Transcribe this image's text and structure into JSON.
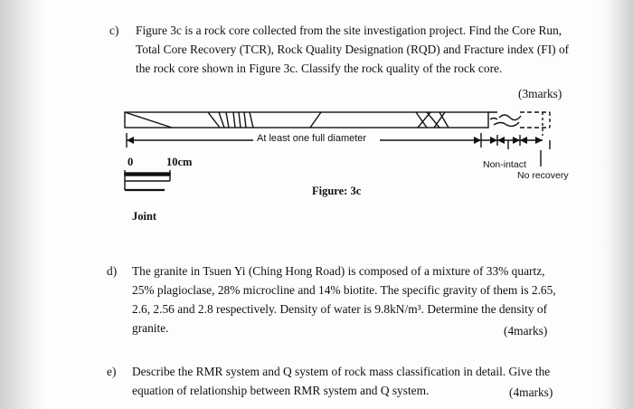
{
  "question_c": {
    "label": "c)",
    "lines": [
      "Figure 3c is a rock core collected from the site investigation project. Find the Core Run,",
      "Total Core Recovery (TCR), Rock Quality Designation (RQD) and Fracture index (FI) of",
      "the rock core shown in Figure 3c. Classify the rock quality of the rock core."
    ],
    "marks": "(3marks)"
  },
  "figure": {
    "diameter_label": "At least one full diameter",
    "scale_zero": "0",
    "scale_label": "10cm",
    "non_intact_label": "Non-intact",
    "no_recovery_label": "No recovery",
    "caption": "Figure: 3c",
    "joint_label": "Joint"
  },
  "question_d": {
    "label": "d)",
    "lines": [
      "The granite in Tsuen Yi (Ching Hong Road) is composed of a mixture of 33% quartz,",
      "25% plagioclase, 28% microcline and 14% biotite. The specific gravity of them is 2.65,",
      "2.6, 2.56 and 2.8 respectively. Density of water is 9.8kN/m³. Determine the density of",
      "granite."
    ],
    "marks": "(4marks)"
  },
  "question_e": {
    "label": "e)",
    "lines": [
      "Describe the RMR system and Q system of rock mass classification in detail. Give the",
      "equation of relationship between RMR system and Q system."
    ],
    "marks": "(4marks)"
  }
}
